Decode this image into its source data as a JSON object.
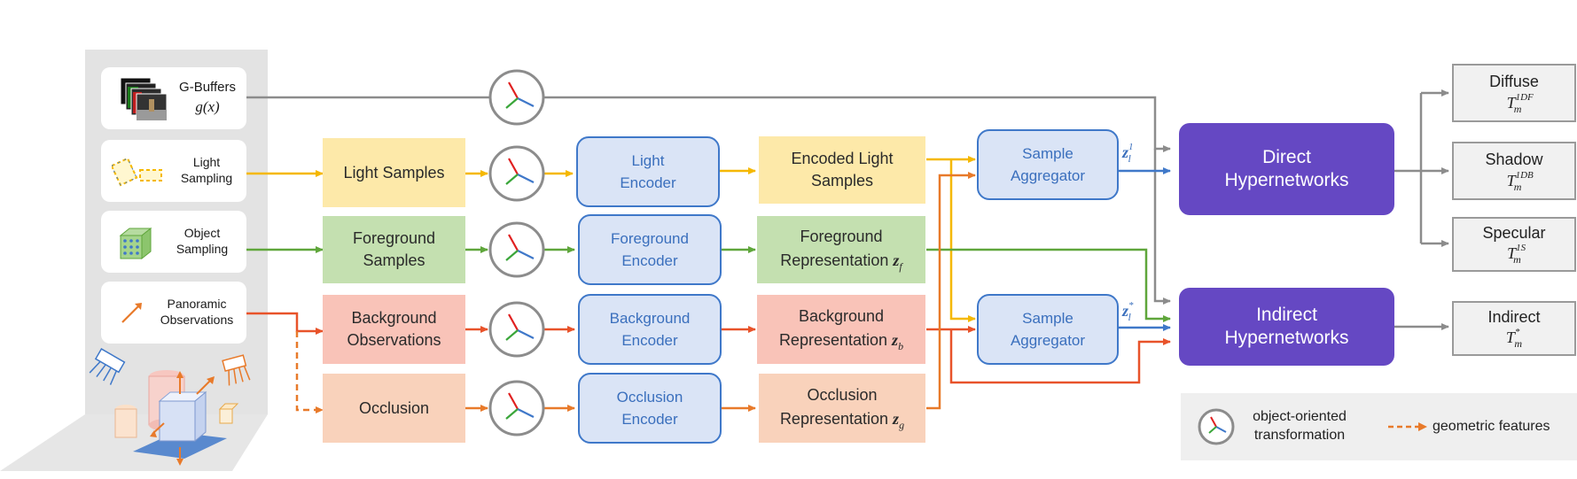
{
  "inputs": {
    "gbuffers": {
      "label": "G-Buffers",
      "math": "g(x)"
    },
    "light_sampling": {
      "label": "Light\nSampling"
    },
    "object_sampling": {
      "label": "Object\nSampling"
    },
    "panoramic": {
      "label": "Panoramic\nObservations"
    }
  },
  "features": {
    "light_samples": "Light Samples",
    "foreground_samples": "Foreground\nSamples",
    "background_observations": "Background\nObservations",
    "occlusion": "Occlusion"
  },
  "encoders": {
    "light": "Light\nEncoder",
    "foreground": "Foreground\nEncoder",
    "background": "Background\nEncoder",
    "occlusion": "Occlusion\nEncoder"
  },
  "encoded": {
    "light": "Encoded Light\nSamples",
    "foreground": {
      "line1": "Foreground",
      "line2": "Representation",
      "symbol": "z",
      "sub": "f"
    },
    "background": {
      "line1": "Background",
      "line2": "Representation",
      "symbol": "z",
      "sub": "b"
    },
    "occlusion": {
      "line1": "Occlusion",
      "line2": "Representation",
      "symbol": "z",
      "sub": "g"
    }
  },
  "aggregators": {
    "top": "Sample\nAggregator",
    "bottom": "Sample\nAggregator"
  },
  "agg_outputs": {
    "top": {
      "symbol": "z",
      "sub": "l",
      "sup": "1"
    },
    "bottom": {
      "symbol": "z",
      "sub": "l",
      "sup": "*"
    }
  },
  "hypernetworks": {
    "direct": "Direct\nHypernetworks",
    "indirect": "Indirect\nHypernetworks"
  },
  "outputs": [
    {
      "name": "Diffuse",
      "symbol": "T",
      "sub": "m",
      "sup": "1DF"
    },
    {
      "name": "Shadow",
      "symbol": "T",
      "sub": "m",
      "sup": "1DB"
    },
    {
      "name": "Specular",
      "symbol": "T",
      "sub": "m",
      "sup": "1S"
    },
    {
      "name": "Indirect",
      "symbol": "T",
      "sub": "m",
      "sup": "*"
    }
  ],
  "legend": {
    "transform_label": "object-oriented\ntransformation",
    "geometric_label": "geometric features"
  },
  "colors": {
    "yellow_arrow": "#f5b800",
    "green_arrow": "#5fa63b",
    "orange_arrow": "#e8532a",
    "occlusion_arrow": "#e87a2a",
    "blue_arrow": "#3f78c9",
    "gray_arrow": "#8c8c8c",
    "hypernetwork_fill": "#6548c3"
  }
}
